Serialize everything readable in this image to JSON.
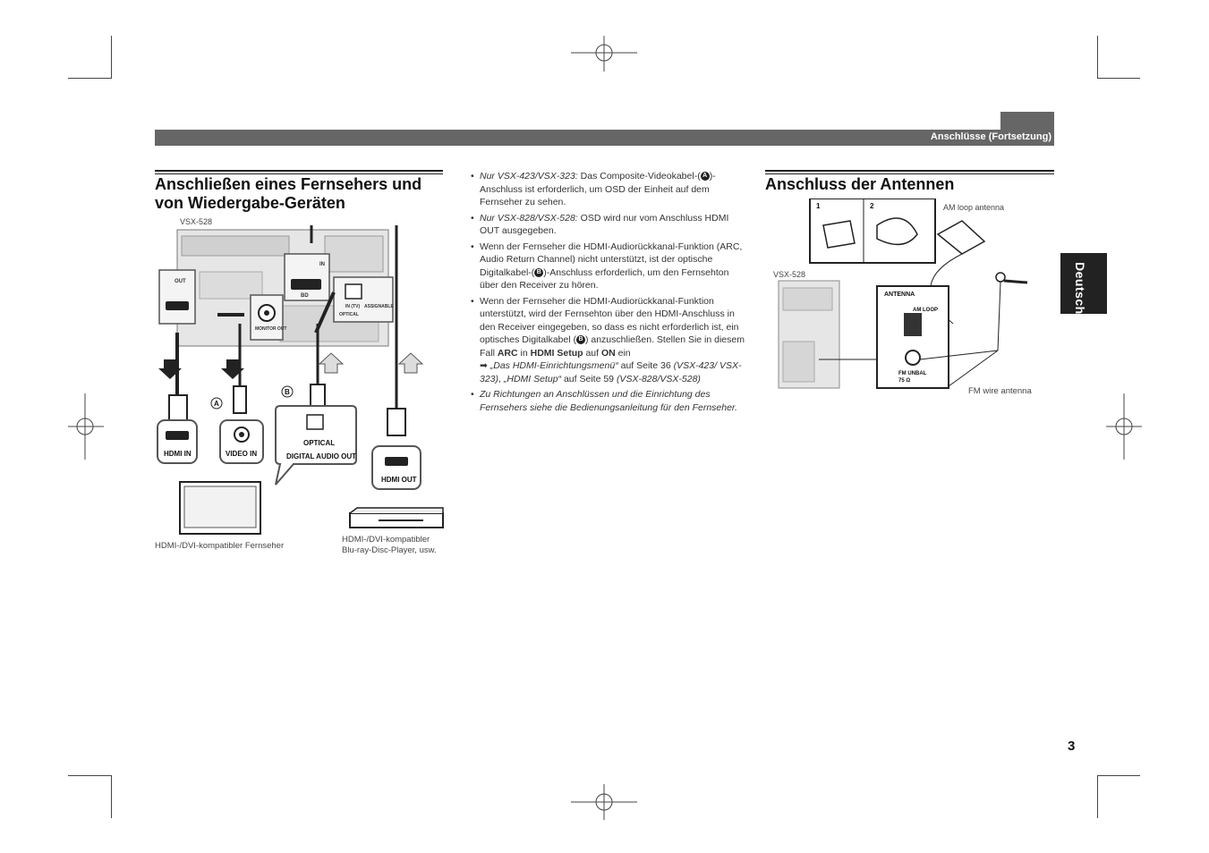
{
  "header": {
    "section": "Anschlüsse (Fortsetzung)"
  },
  "left": {
    "title_line1": "Anschließen eines Fernsehers und",
    "title_line2": "von Wiedergabe-Geräten",
    "model": "VSX-528",
    "labels": {
      "hdmi_in": "HDMI IN",
      "video_in": "VIDEO IN",
      "optical": "OPTICAL",
      "digital_audio_out": "DIGITAL AUDIO OUT",
      "hdmi_out": "HDMI OUT",
      "tv_caption": "HDMI-/DVI-kompatibler Fernseher",
      "player_caption_1": "HDMI-/DVI-kompatibler",
      "player_caption_2": "Blu-ray-Disc-Player, usw.",
      "marker_a": "A",
      "marker_b": "B",
      "panel_out": "OUT",
      "panel_bd": "BD",
      "panel_in": "IN",
      "panel_monitor_out": "MONITOR OUT",
      "panel_optical": "OPTICAL",
      "panel_assignable": "ASSIGNABLE",
      "panel_in_tv": "IN (TV)"
    }
  },
  "middle": {
    "b1_italic": "Nur VSX-423/VSX-323:",
    "b1_a": " Das Composite-Videokabel-(",
    "b1_b": ")-Anschluss ist erforderlich, um OSD der Einheit auf dem Fernseher zu sehen.",
    "b2_italic": "Nur VSX-828/VSX-528:",
    "b2_text": " OSD wird nur vom Anschluss HDMI OUT ausgegeben.",
    "b3_a": "Wenn der Fernseher die HDMI-Audiorückkanal-Funktion (ARC, Audio Return Channel) nicht unterstützt, ist der optische Digitalkabel-(",
    "b3_b": ")-Anschluss erforderlich, um den Fernsehton über den Receiver zu hören.",
    "b4_a": "Wenn der Fernseher die HDMI-Audiorückkanal-Funktion unterstützt, wird der Fernsehton über den HDMI-Anschluss in den Receiver eingegeben, so dass es nicht erforderlich ist, ein optisches Digitalkabel (",
    "b4_b": ") anzuschließen. Stellen Sie in diesem Fall ",
    "b4_arc": "ARC",
    "b4_c": " in ",
    "b4_setup": "HDMI Setup",
    "b4_d": " auf ",
    "b4_on": "ON",
    "b4_e": " ein",
    "b4_ref1_arrow": "➡",
    "b4_ref1_italic": "„Das HDMI-Einrichtungsmenü“",
    "b4_ref1_text": " auf Seite 36 ",
    "b4_ref1_models": "(VSX-423/ VSX-323)",
    "b4_ref2_sep": ", ",
    "b4_ref2_italic": "„HDMI Setup“",
    "b4_ref2_text": " auf Seite 59 ",
    "b4_ref2_models": "(VSX-828/VSX-528)",
    "b5_italic": "Zu Richtungen an Anschlüssen und die Einrichtung des Fernsehers siehe die Bedienungsanleitung für den Fernseher.",
    "marker_a": "A",
    "marker_b": "B"
  },
  "right": {
    "title": "Anschluss der Antennen",
    "step1": "1",
    "step2": "2",
    "am_loop_antenna": "AM loop antenna",
    "model": "VSX-528",
    "antenna_label": "ANTENNA",
    "am_loop": "AM LOOP",
    "fm_unbal_1": "FM UNBAL",
    "fm_unbal_2": "75 Ω",
    "fm_wire_antenna": "FM wire antenna"
  },
  "side_tab": {
    "label": "Deutsch"
  },
  "page_number": "3"
}
